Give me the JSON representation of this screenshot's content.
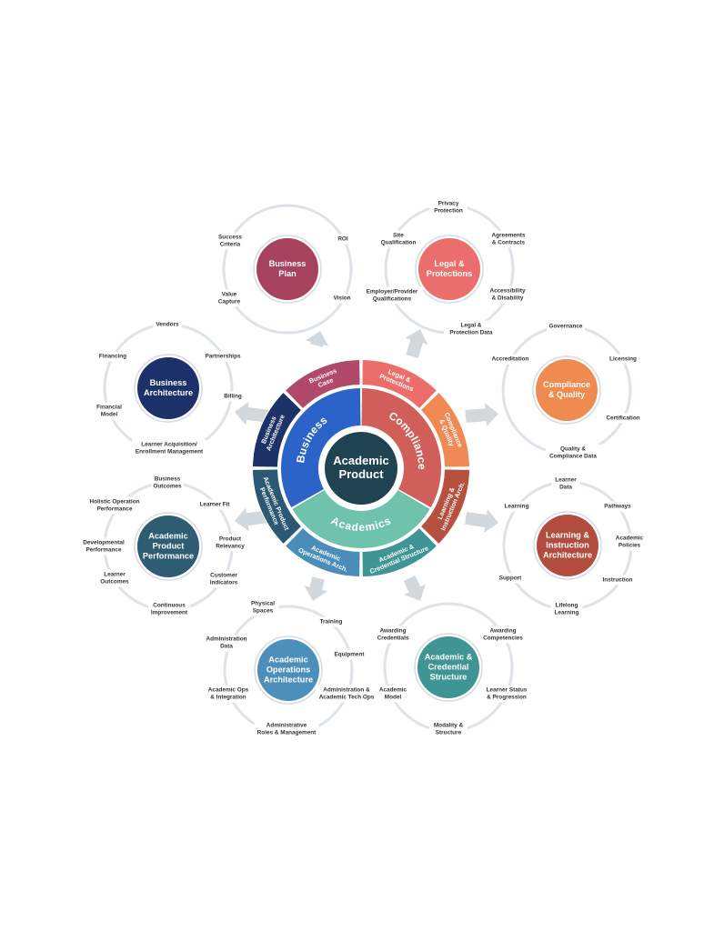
{
  "center": {
    "title_lines": [
      "Academic",
      "Product"
    ]
  },
  "middle_ring": [
    {
      "label": "Business",
      "color": "#2b63c9"
    },
    {
      "label": "Compliance",
      "color": "#d05f5a"
    },
    {
      "label": "Academics",
      "color": "#6fc3ad"
    }
  ],
  "segments": [
    {
      "lines": [
        "Business",
        "Case"
      ],
      "color": "#b04a68"
    },
    {
      "lines": [
        "Legal &",
        "Protections"
      ],
      "color": "#ec6e6b"
    },
    {
      "lines": [
        "Compliance",
        "& Quality"
      ],
      "color": "#f08a55"
    },
    {
      "lines": [
        "Learning &",
        "Instruction Arch."
      ],
      "color": "#b65140"
    },
    {
      "lines": [
        "Academic &",
        "Credential Structure"
      ],
      "color": "#3f9595"
    },
    {
      "lines": [
        "Academic",
        "Operations Arch."
      ],
      "color": "#4a8db8"
    },
    {
      "lines": [
        "Academic Product",
        "Performance"
      ],
      "color": "#2c5873"
    },
    {
      "lines": [
        "Business",
        "Architecture"
      ],
      "color": "#1d3367"
    }
  ],
  "satellites": [
    {
      "id": "business-plan",
      "title_lines": [
        "Business",
        "Plan"
      ],
      "color": "#a6425d",
      "items": [
        {
          "lines": [
            "Success",
            "Criteria"
          ]
        },
        {
          "lines": [
            "ROI"
          ]
        },
        {
          "lines": [
            "Value",
            "Capture"
          ]
        },
        {
          "lines": [
            "Vision"
          ]
        }
      ]
    },
    {
      "id": "legal-protections",
      "title_lines": [
        "Legal &",
        "Protections"
      ],
      "color": "#ec6e6c",
      "items": [
        {
          "lines": [
            "Privacy",
            "Protection"
          ]
        },
        {
          "lines": [
            "Site",
            "Qualification"
          ]
        },
        {
          "lines": [
            "Agreements",
            "& Contracts"
          ]
        },
        {
          "lines": [
            "Employer/Provider",
            "Qualifications"
          ]
        },
        {
          "lines": [
            "Accessibility",
            "& Disability"
          ]
        },
        {
          "lines": [
            "Legal &",
            "Protection Data"
          ]
        }
      ]
    },
    {
      "id": "compliance-quality",
      "title_lines": [
        "Compliance",
        "& Quality"
      ],
      "color": "#f08b4f",
      "items": [
        {
          "lines": [
            "Governance"
          ]
        },
        {
          "lines": [
            "Accreditation"
          ]
        },
        {
          "lines": [
            "Licensing"
          ]
        },
        {
          "lines": [
            "Certification"
          ]
        },
        {
          "lines": [
            "Quality &",
            "Compliance Data"
          ]
        }
      ]
    },
    {
      "id": "learning-instruction",
      "title_lines": [
        "Learning &",
        "Instruction",
        "Architecture"
      ],
      "color": "#b24c3e",
      "items": [
        {
          "lines": [
            "Learner",
            "Data"
          ]
        },
        {
          "lines": [
            "Learning"
          ]
        },
        {
          "lines": [
            "Pathways"
          ]
        },
        {
          "lines": [
            "Academic",
            "Policies"
          ]
        },
        {
          "lines": [
            "Support"
          ]
        },
        {
          "lines": [
            "Instruction"
          ]
        },
        {
          "lines": [
            "Lifelong",
            "Learning"
          ]
        }
      ]
    },
    {
      "id": "academic-credential",
      "title_lines": [
        "Academic &",
        "Credential",
        "Structure"
      ],
      "color": "#3e9593",
      "items": [
        {
          "lines": [
            "Awarding",
            "Credentials"
          ]
        },
        {
          "lines": [
            "Awarding",
            "Competencies"
          ]
        },
        {
          "lines": [
            "Academic",
            "Model"
          ]
        },
        {
          "lines": [
            "Learner Status",
            "& Progression"
          ]
        },
        {
          "lines": [
            "Modality &",
            "Structure"
          ]
        }
      ]
    },
    {
      "id": "academic-operations",
      "title_lines": [
        "Academic",
        "Operations",
        "Architecture"
      ],
      "color": "#4b8fba",
      "items": [
        {
          "lines": [
            "Physical",
            "Spaces"
          ]
        },
        {
          "lines": [
            "Training"
          ]
        },
        {
          "lines": [
            "Administration",
            "Data"
          ]
        },
        {
          "lines": [
            "Equipment"
          ]
        },
        {
          "lines": [
            "Academic Ops",
            "& Integration"
          ]
        },
        {
          "lines": [
            "Administration &",
            "Academic Tech Ops"
          ]
        },
        {
          "lines": [
            "Administrative",
            "Roles & Management"
          ]
        }
      ]
    },
    {
      "id": "academic-product-performance",
      "title_lines": [
        "Academic",
        "Product",
        "Performance"
      ],
      "color": "#2d5c73",
      "items": [
        {
          "lines": [
            "Business",
            "Outcomes"
          ]
        },
        {
          "lines": [
            "Holistic Operation",
            "Performance"
          ]
        },
        {
          "lines": [
            "Learner Fit"
          ]
        },
        {
          "lines": [
            "Developmental",
            "Performance"
          ]
        },
        {
          "lines": [
            "Product",
            "Relevancy"
          ]
        },
        {
          "lines": [
            "Learner",
            "Outcomes"
          ]
        },
        {
          "lines": [
            "Customer",
            "Indicators"
          ]
        },
        {
          "lines": [
            "Continuous",
            "Improvement"
          ]
        }
      ]
    },
    {
      "id": "business-architecture",
      "title_lines": [
        "Business",
        "Architecture"
      ],
      "color": "#1c306a",
      "items": [
        {
          "lines": [
            "Vendors"
          ]
        },
        {
          "lines": [
            "Financing"
          ]
        },
        {
          "lines": [
            "Partnerships"
          ]
        },
        {
          "lines": [
            "Billing"
          ]
        },
        {
          "lines": [
            "Financial",
            "Model"
          ]
        },
        {
          "lines": [
            "Learner Acquisition/",
            "Enrollment Management"
          ]
        }
      ]
    }
  ]
}
